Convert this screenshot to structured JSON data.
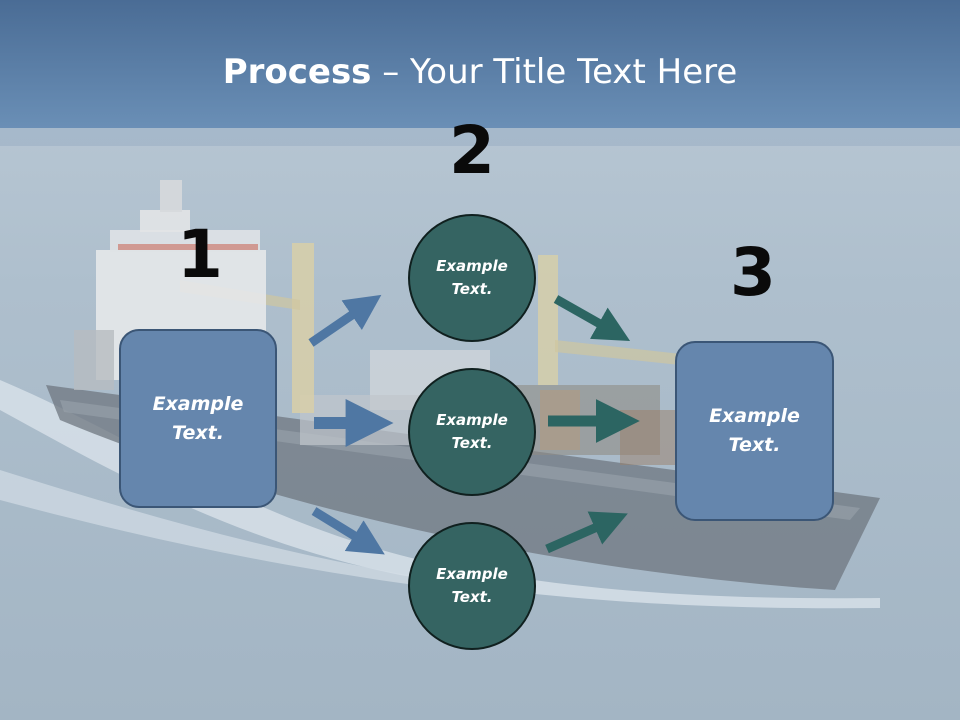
{
  "slide": {
    "title_bold": "Process",
    "title_rest": " – Your Title Text Here"
  },
  "diagram": {
    "steps": [
      {
        "number": "1",
        "text_line1": "Example",
        "text_line2": "Text."
      },
      {
        "number": "2",
        "text_line1": "Example",
        "text_line2": "Text."
      },
      {
        "number": "3",
        "text_line1": "Example",
        "text_line2": "Text."
      }
    ],
    "circles": [
      {
        "text_line1": "Example",
        "text_line2": "Text."
      },
      {
        "text_line1": "Example",
        "text_line2": "Text."
      },
      {
        "text_line1": "Example",
        "text_line2": "Text."
      }
    ]
  },
  "colors": {
    "box_fill": "#6586ad",
    "circle_fill": "#356462",
    "arrow_blue": "#4f77a3",
    "arrow_teal": "#2c6562",
    "header_band": "#5b7ea6",
    "sea": "#a9b9c8"
  }
}
